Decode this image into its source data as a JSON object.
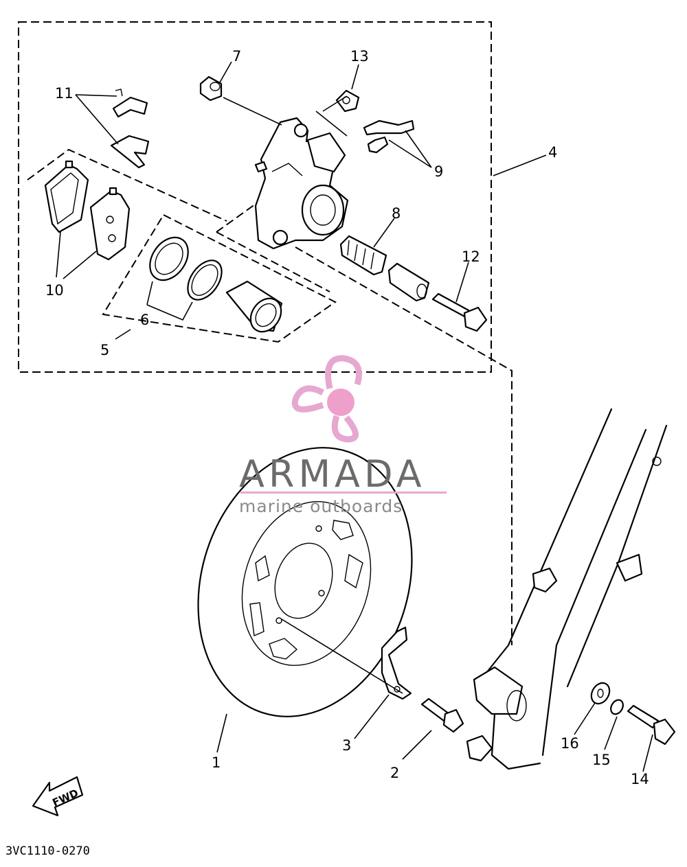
{
  "callouts": [
    {
      "id": "1",
      "label": "1"
    },
    {
      "id": "2",
      "label": "2"
    },
    {
      "id": "3",
      "label": "3"
    },
    {
      "id": "4",
      "label": "4"
    },
    {
      "id": "5",
      "label": "5"
    },
    {
      "id": "6",
      "label": "6"
    },
    {
      "id": "7",
      "label": "7"
    },
    {
      "id": "8",
      "label": "8"
    },
    {
      "id": "9",
      "label": "9"
    },
    {
      "id": "10",
      "label": "10"
    },
    {
      "id": "11",
      "label": "11"
    },
    {
      "id": "12",
      "label": "12"
    },
    {
      "id": "13",
      "label": "13"
    },
    {
      "id": "14",
      "label": "14"
    },
    {
      "id": "15",
      "label": "15"
    },
    {
      "id": "16",
      "label": "16"
    }
  ],
  "drawing_code": "3VC1110-0270",
  "direction_marker": "FWD",
  "watermark": {
    "title": "ARMADA",
    "subtitle": "marine outboards",
    "icon": "propeller-icon",
    "colors": {
      "icon": "#e6a8d0",
      "hub": "#ee9fca",
      "title": "#6b6b6b",
      "rule": "#e7a9cf"
    }
  }
}
